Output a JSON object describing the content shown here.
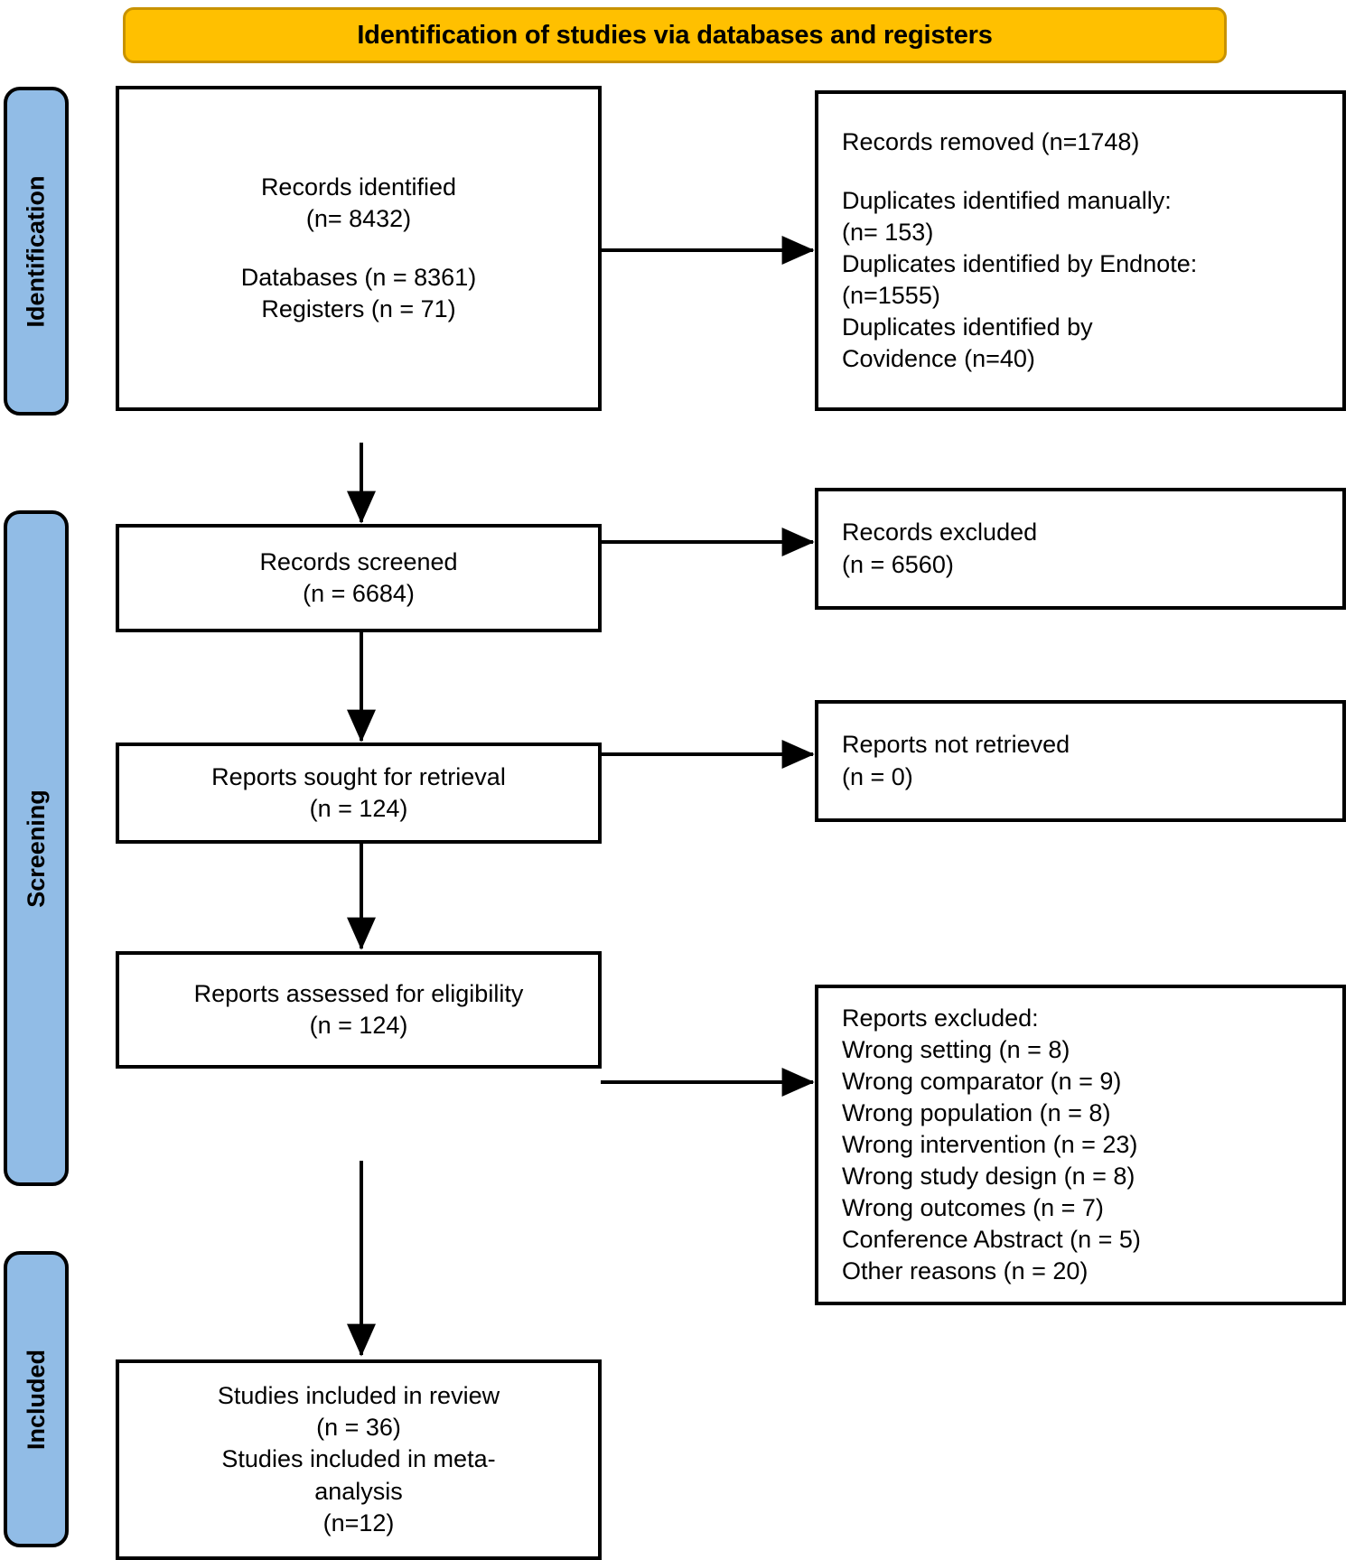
{
  "header": {
    "title": "Identification of studies via databases and registers"
  },
  "colors": {
    "header_fill": "#FFC000",
    "header_stroke": "#C89200",
    "stage_fill": "#91BCE6",
    "box_stroke": "#000000",
    "box_fill": "#FFFFFF",
    "text": "#000000"
  },
  "stages": [
    {
      "id": "identification",
      "label": "Identification"
    },
    {
      "id": "screening",
      "label": "Screening"
    },
    {
      "id": "included",
      "label": "Included"
    }
  ],
  "nodes": {
    "records_identified": {
      "lines": [
        "Records identified",
        "(n= 8432)",
        "",
        "Databases (n = 8361)",
        "Registers (n = 71)"
      ]
    },
    "records_removed": {
      "lines": [
        "Records removed (n=1748)",
        "",
        "Duplicates identified manually:",
        "(n= 153)",
        "Duplicates identified by Endnote:",
        "(n=1555)",
        "Duplicates identified by",
        "Covidence (n=40)"
      ]
    },
    "records_screened": {
      "lines": [
        "Records screened",
        "(n = 6684)"
      ]
    },
    "records_excluded": {
      "lines": [
        "Records excluded",
        "(n = 6560)"
      ]
    },
    "reports_sought": {
      "lines": [
        "Reports sought for retrieval",
        "(n = 124)"
      ]
    },
    "reports_not_retrieved": {
      "lines": [
        "Reports not retrieved",
        "(n = 0)"
      ]
    },
    "reports_assessed": {
      "lines": [
        "Reports assessed for eligibility",
        "(n = 124)"
      ]
    },
    "reports_excluded": {
      "lines": [
        "Reports excluded:",
        "Wrong setting (n = 8)",
        "Wrong comparator (n = 9)",
        "Wrong population (n = 8)",
        "Wrong intervention (n = 23)",
        "Wrong study design (n = 8)",
        "Wrong outcomes (n = 7)",
        "Conference Abstract (n = 5)",
        "Other reasons (n = 20)"
      ]
    },
    "studies_included": {
      "lines": [
        "Studies included in review",
        "(n = 36)",
        "Studies included in meta-",
        "analysis",
        "(n=12)"
      ]
    }
  },
  "chart_data": {
    "type": "diagram",
    "title": "Identification of studies via databases and registers",
    "flow": [
      {
        "stage": "Identification",
        "label": "Records identified",
        "n": 8432,
        "detail": {
          "Databases": 8361,
          "Registers": 71
        }
      },
      {
        "stage": "Identification",
        "label": "Records removed",
        "n": 1748,
        "detail": {
          "Duplicates identified manually": 153,
          "Duplicates identified by Endnote": 1555,
          "Duplicates identified by Covidence": 40
        }
      },
      {
        "stage": "Screening",
        "label": "Records screened",
        "n": 6684
      },
      {
        "stage": "Screening",
        "label": "Records excluded",
        "n": 6560
      },
      {
        "stage": "Screening",
        "label": "Reports sought for retrieval",
        "n": 124
      },
      {
        "stage": "Screening",
        "label": "Reports not retrieved",
        "n": 0
      },
      {
        "stage": "Screening",
        "label": "Reports assessed for eligibility",
        "n": 124
      },
      {
        "stage": "Screening",
        "label": "Reports excluded",
        "detail": {
          "Wrong setting": 8,
          "Wrong comparator": 9,
          "Wrong population": 8,
          "Wrong intervention": 23,
          "Wrong study design": 8,
          "Wrong outcomes": 7,
          "Conference Abstract": 5,
          "Other reasons": 20
        }
      },
      {
        "stage": "Included",
        "label": "Studies included in review",
        "n": 36
      },
      {
        "stage": "Included",
        "label": "Studies included in meta-analysis",
        "n": 12
      }
    ]
  }
}
